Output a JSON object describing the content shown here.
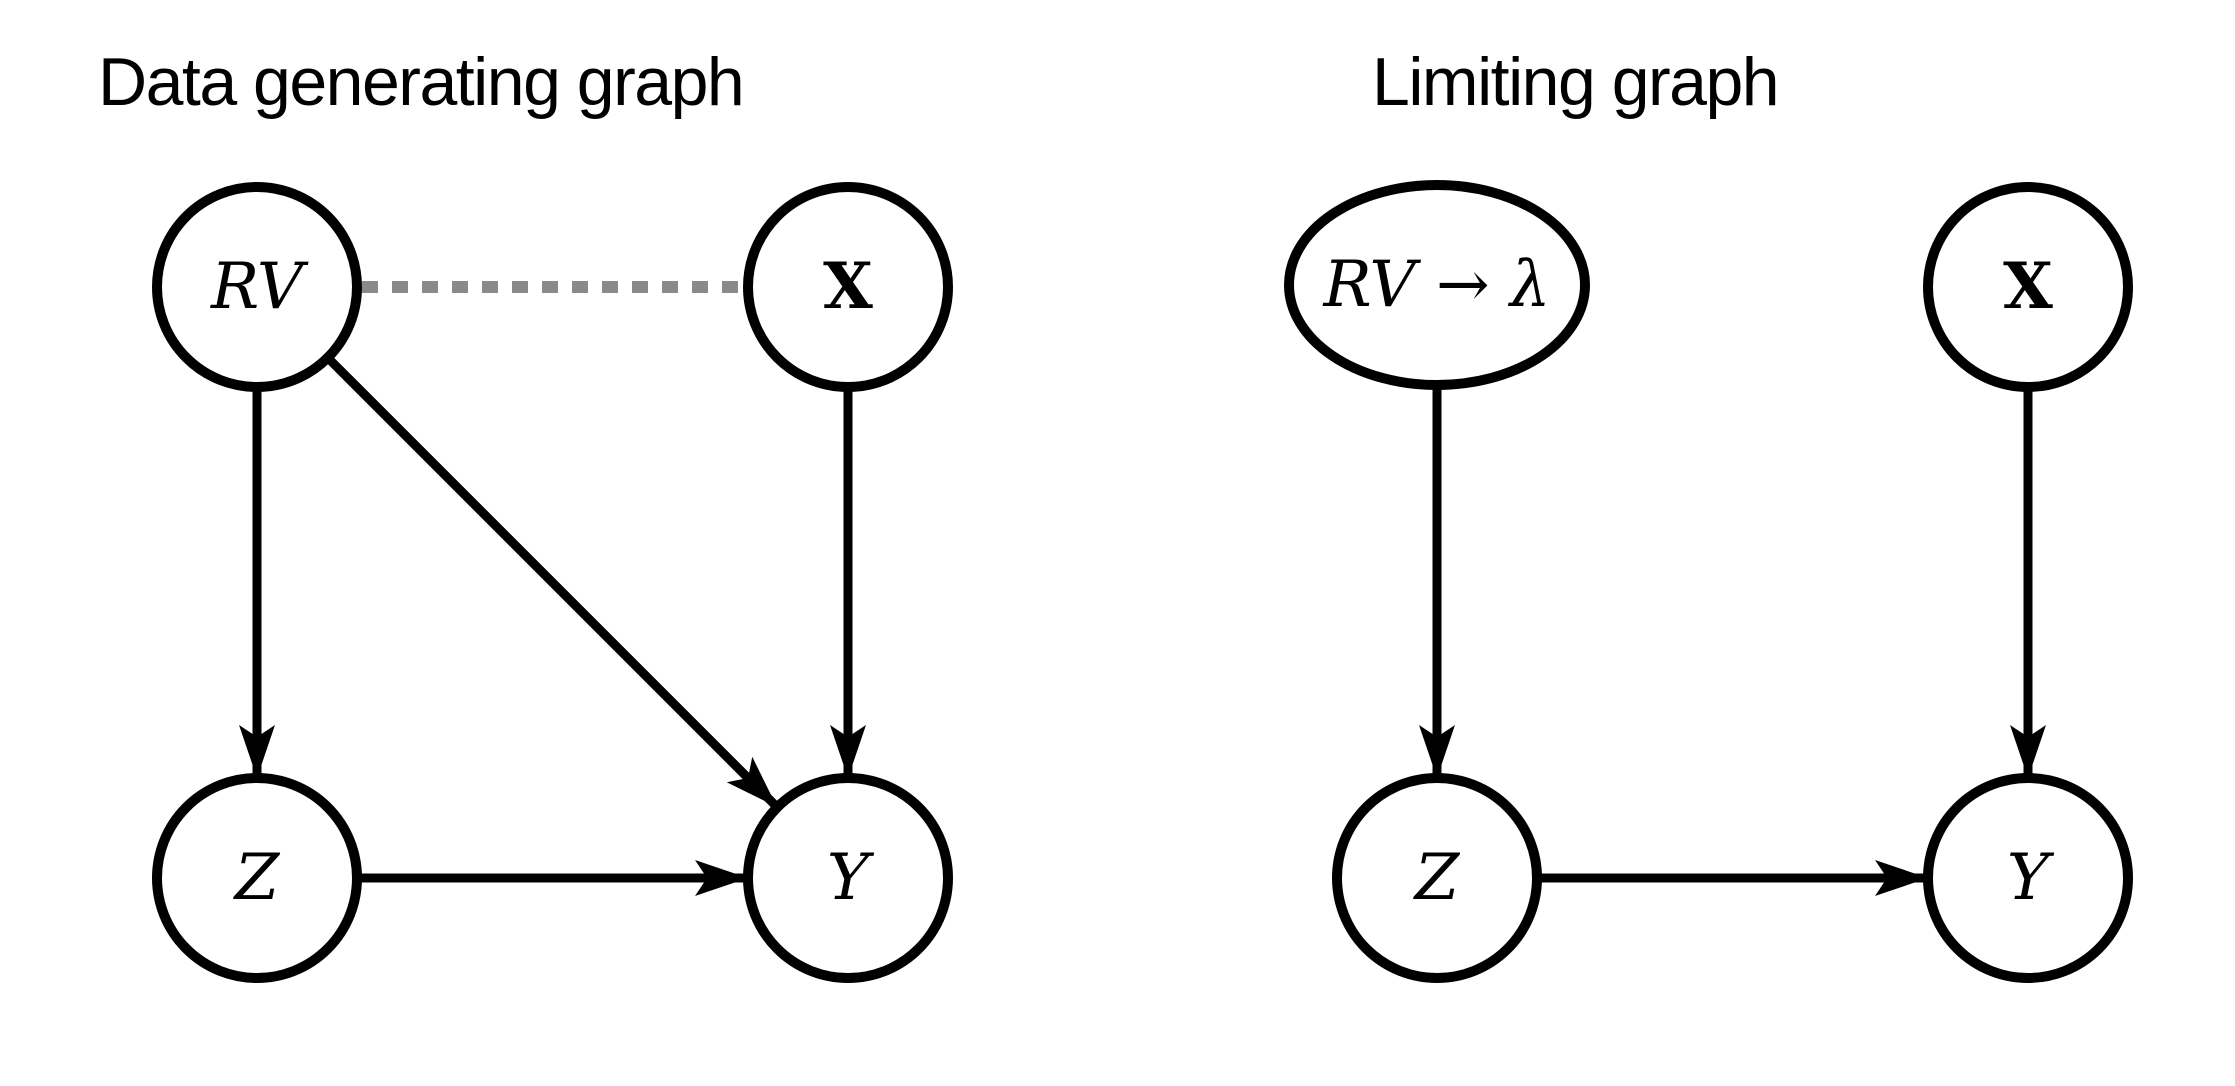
{
  "colors": {
    "ink": "#000000",
    "node_fill": "#ffffff",
    "dashed_edge": "#8a8a8a",
    "background": "#ffffff"
  },
  "left_panel": {
    "title": "Data generating graph",
    "nodes": {
      "rv": "RV",
      "x": "X",
      "z": "Z",
      "y": "Y"
    },
    "edges": [
      {
        "from": "RV",
        "to": "Z",
        "type": "arrow"
      },
      {
        "from": "RV",
        "to": "Y",
        "type": "arrow"
      },
      {
        "from": "X",
        "to": "Y",
        "type": "arrow"
      },
      {
        "from": "Z",
        "to": "Y",
        "type": "arrow"
      },
      {
        "from": "RV",
        "to": "X",
        "type": "dashed-undirected"
      }
    ]
  },
  "right_panel": {
    "title": "Limiting graph",
    "nodes": {
      "rv_lambda": "RV → λ",
      "x": "X",
      "z": "Z",
      "y": "Y"
    },
    "edges": [
      {
        "from": "RV → λ",
        "to": "Z",
        "type": "arrow"
      },
      {
        "from": "X",
        "to": "Y",
        "type": "arrow"
      },
      {
        "from": "Z",
        "to": "Y",
        "type": "arrow"
      }
    ]
  }
}
